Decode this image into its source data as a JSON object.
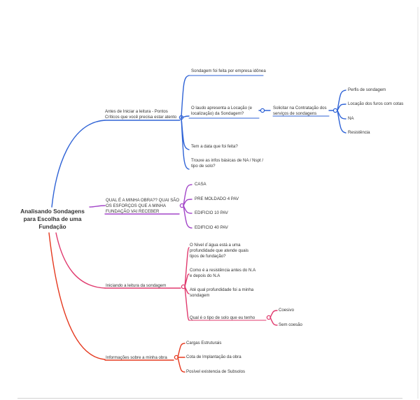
{
  "colors": {
    "blue": "#2f63d6",
    "purple": "#a245c8",
    "pink": "#e03a6e",
    "red": "#e5391f"
  },
  "root": {
    "label": "Analisando Sondagens para Escolha de uma Fundação"
  },
  "branches": [
    {
      "label": "Antes de Iniciar a leitura - Pontos Críticos que você precisa estar atento",
      "children": [
        "Sondagem foi feita por empresa idônea",
        "O laudo apresenta a Locação (e localização) da Sondagem?",
        "Tem a data que foi feita?",
        "Trouxe as infos básicas de NA / Nspt / tipo de solo?"
      ],
      "sub": {
        "label": "Solicitar na Contratação dos serviços de sondagens",
        "children": [
          "Perfis de sondagem",
          "Locação dos furos com cotas",
          "NA",
          "Resistência"
        ]
      }
    },
    {
      "label": "QUAL É A MINHA OBRA?? QUAI SÃO OS ESFORÇOS QUE A MINHA FUNDAÇÃO VAI RECEBER",
      "children": [
        "CASA",
        "PRE MOLDADO 4 PAV",
        "EDIFICIO 10 PAV",
        "EDIFICIO 40 PAV"
      ]
    },
    {
      "label": "Iniciando a leitura da sondagem",
      "children": [
        "O Nivel d´água está a uma profundidade que atende quais tipos de fundação?",
        "Como é a resistência antes do N.A e depois do N.A",
        "Até qual profundidade foi a minha sondagem",
        "Qual é o tipo de solo que eu tenho"
      ],
      "sub": {
        "label": "Qual é o tipo de solo que eu tenho",
        "children": [
          "Coesivo",
          "Sem coesão"
        ]
      }
    },
    {
      "label": "Informações sobre a minha obra",
      "children": [
        "Cargas Estruturais",
        "Cota de Implantação da obra",
        "Posível existencia de Subsolos"
      ]
    }
  ]
}
